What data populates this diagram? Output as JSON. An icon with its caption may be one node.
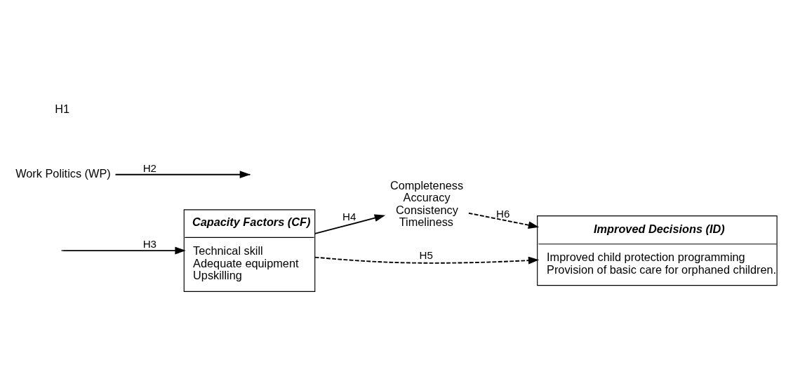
{
  "diagram": {
    "nodes": [
      {
        "text": [
          "Completeness",
          "Accuracy",
          "Consistency",
          "Timeliness"
        ]
      },
      {
        "text": [
          "Capacity Factors (CF)",
          "Technical skill",
          "Adequate equipment",
          "Upskilling"
        ]
      },
      {
        "text": [
          "Improved Decisions (ID)",
          "Improved child protection programming",
          "Provision of basic care for orphaned children."
        ]
      },
      {
        "text": [
          "Work Politics (WP)"
        ]
      }
    ],
    "labels": [
      "H1"
    ],
    "edges": [
      {
        "from": 3,
        "to": null,
        "arrow": "to",
        "label": "H2"
      },
      {
        "from": null,
        "to": 1,
        "arrow": "to",
        "label": "H3"
      },
      {
        "from": 1,
        "to": 0,
        "arrow": "to",
        "label": "H4"
      },
      {
        "from": 1,
        "to": 2,
        "arrow": "to",
        "label": "H5",
        "style": "dashed"
      },
      {
        "from": 0,
        "to": 2,
        "arrow": "to",
        "label": "H6",
        "style": "dashed"
      }
    ]
  }
}
